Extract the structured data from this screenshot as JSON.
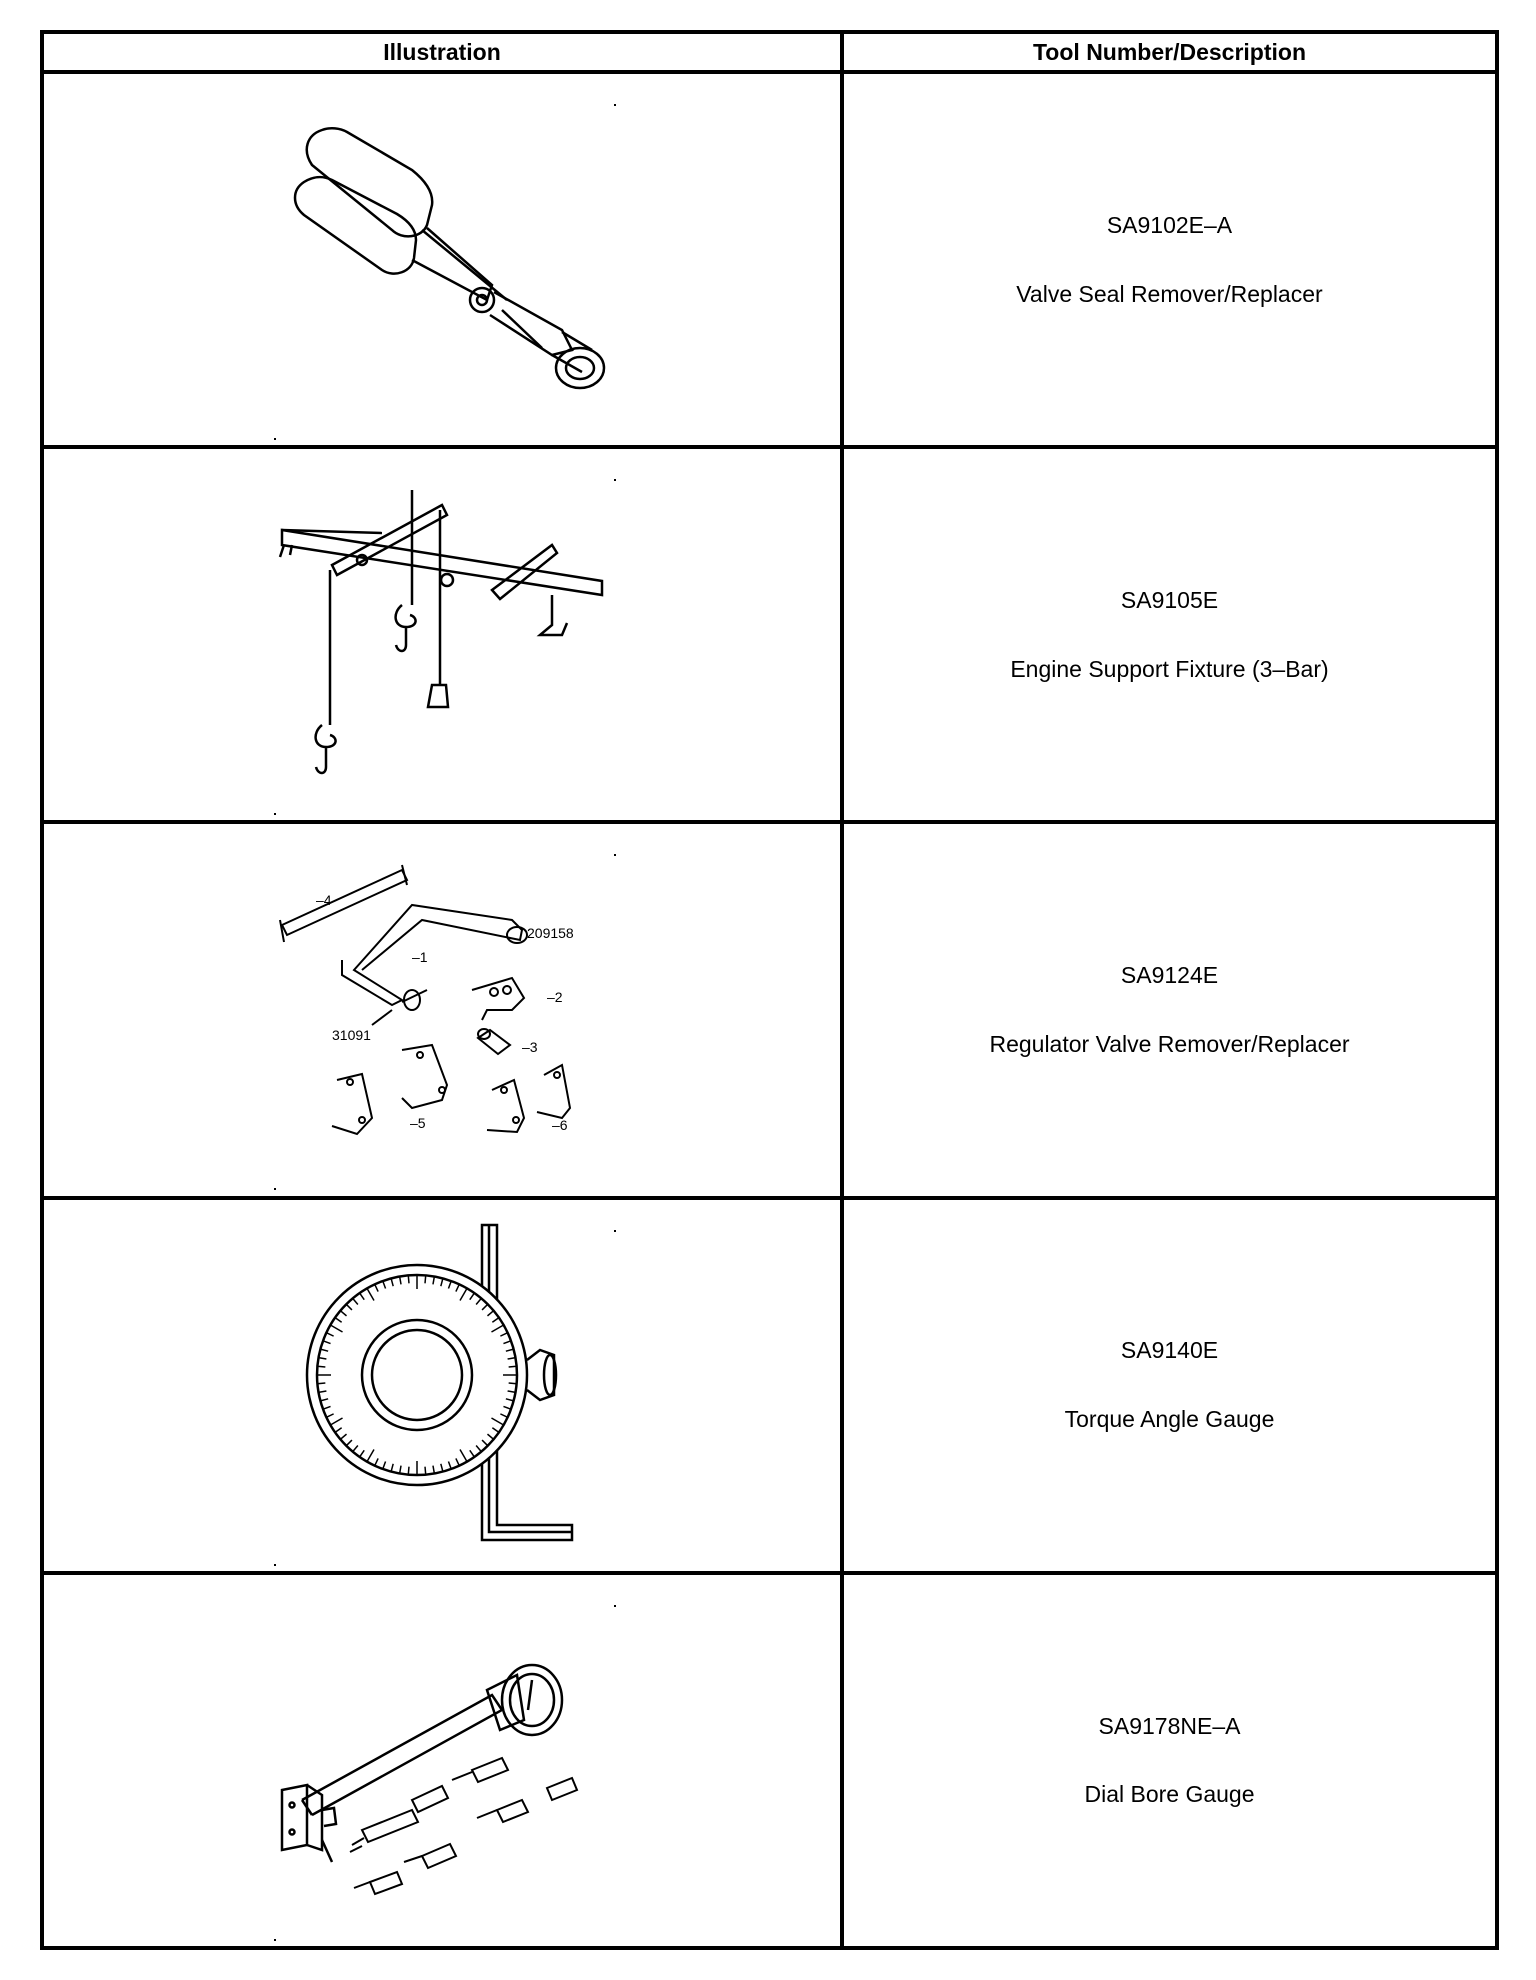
{
  "table": {
    "headers": [
      "Illustration",
      "Tool Number/Description"
    ],
    "rows": [
      {
        "illustration_icon": "valve-seal-pliers-drawing",
        "number": "SA9102E–A",
        "description": "Valve Seal Remover/Replacer"
      },
      {
        "illustration_icon": "engine-support-fixture-drawing",
        "number": "SA9105E",
        "description": "Engine Support Fixture (3–Bar)"
      },
      {
        "illustration_icon": "regulator-valve-tool-kit-drawing",
        "number": "SA9124E",
        "description": "Regulator Valve Remover/Replacer",
        "callouts": [
          "–4",
          "209158",
          "–1",
          "–2",
          "31091",
          "–3",
          "–5",
          "–6"
        ]
      },
      {
        "illustration_icon": "torque-angle-gauge-drawing",
        "number": "SA9140E",
        "description": "Torque Angle Gauge"
      },
      {
        "illustration_icon": "dial-bore-gauge-drawing",
        "number": "SA9178NE–A",
        "description": "Dial Bore Gauge"
      }
    ]
  }
}
